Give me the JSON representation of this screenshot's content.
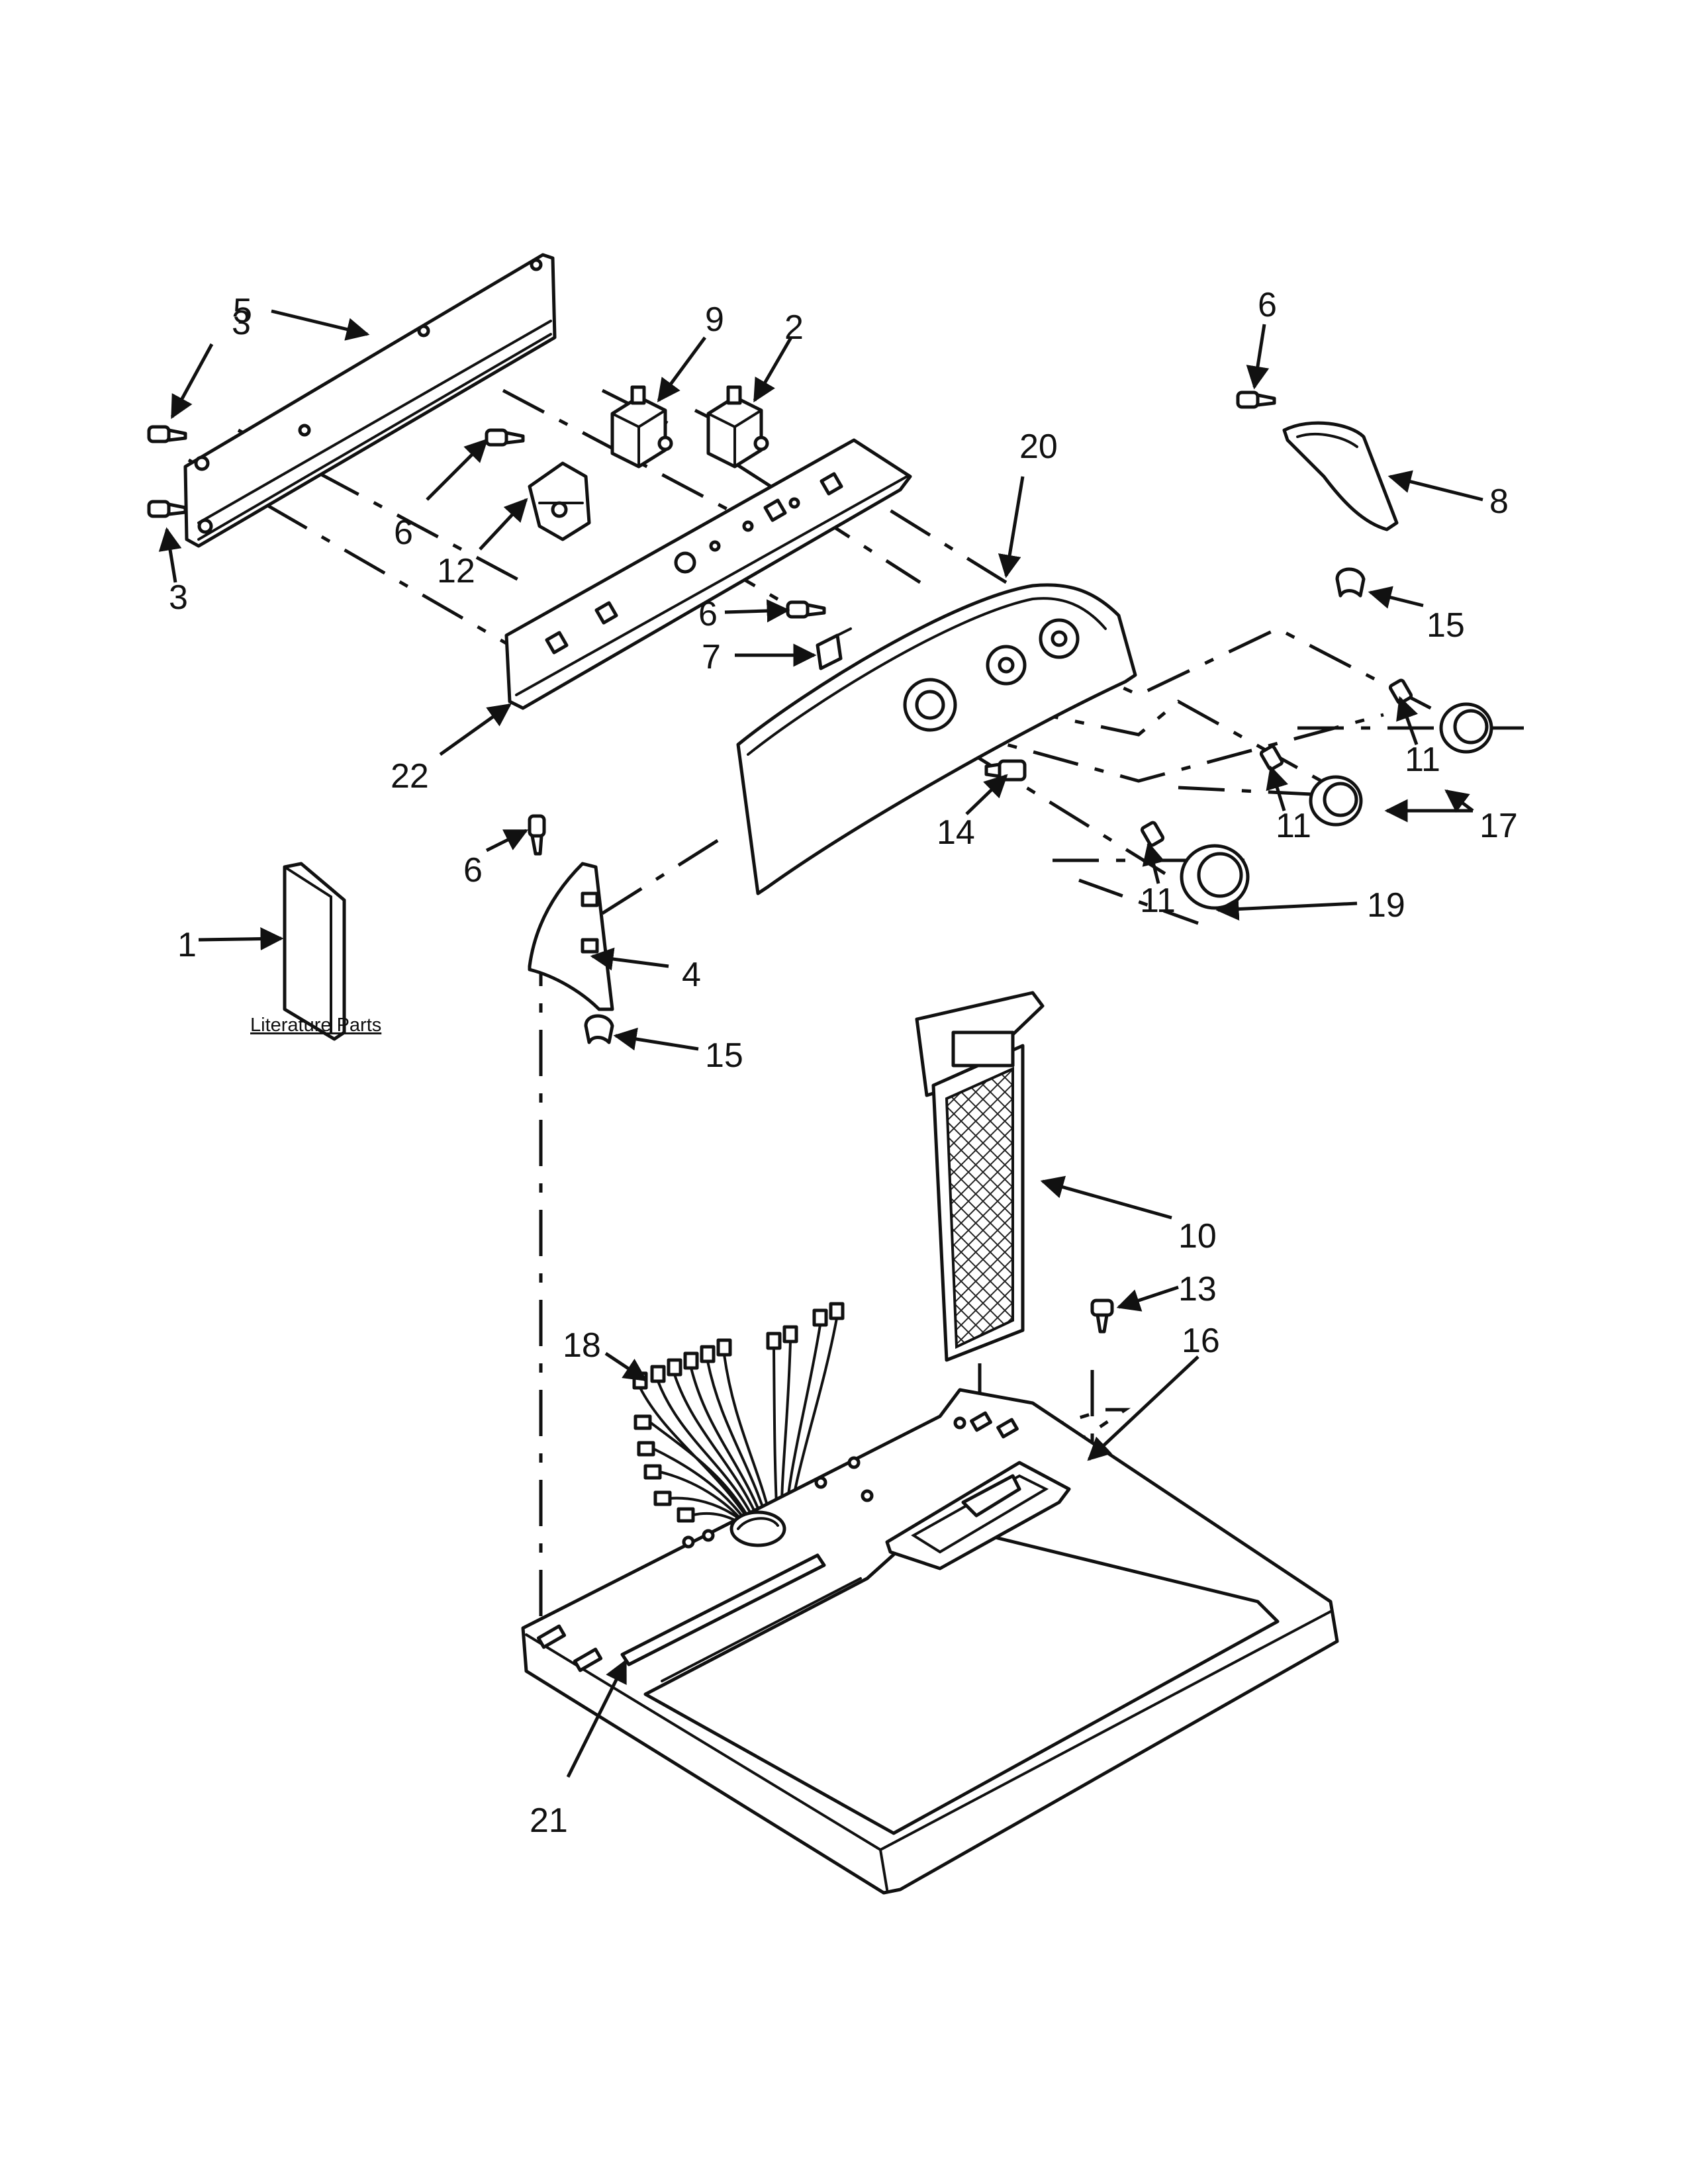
{
  "diagram": {
    "literature_caption": "Literature Parts",
    "callouts": [
      {
        "id": "c1",
        "text": "1"
      },
      {
        "id": "c2",
        "text": "2"
      },
      {
        "id": "c3a",
        "text": "3"
      },
      {
        "id": "c3b",
        "text": "3"
      },
      {
        "id": "c4",
        "text": "4"
      },
      {
        "id": "c5",
        "text": "5"
      },
      {
        "id": "c6a",
        "text": "6"
      },
      {
        "id": "c6b",
        "text": "6"
      },
      {
        "id": "c6c",
        "text": "6"
      },
      {
        "id": "c6d",
        "text": "6"
      },
      {
        "id": "c7",
        "text": "7"
      },
      {
        "id": "c8",
        "text": "8"
      },
      {
        "id": "c9",
        "text": "9"
      },
      {
        "id": "c10",
        "text": "10"
      },
      {
        "id": "c11a",
        "text": "11"
      },
      {
        "id": "c11b",
        "text": "11"
      },
      {
        "id": "c11c",
        "text": "11"
      },
      {
        "id": "c12",
        "text": "12"
      },
      {
        "id": "c13",
        "text": "13"
      },
      {
        "id": "c14",
        "text": "14"
      },
      {
        "id": "c15a",
        "text": "15"
      },
      {
        "id": "c15b",
        "text": "15"
      },
      {
        "id": "c16",
        "text": "16"
      },
      {
        "id": "c17",
        "text": "17"
      },
      {
        "id": "c18",
        "text": "18"
      },
      {
        "id": "c19",
        "text": "19"
      },
      {
        "id": "c20",
        "text": "20"
      },
      {
        "id": "c21",
        "text": "21"
      },
      {
        "id": "c22",
        "text": "22"
      }
    ]
  }
}
